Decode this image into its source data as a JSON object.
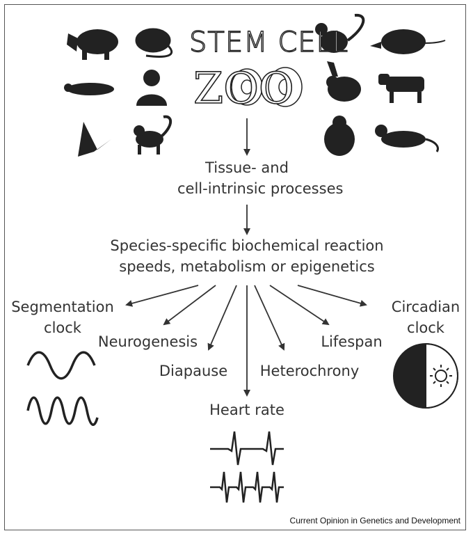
{
  "title": {
    "line1": "STEM CELL",
    "line2": "ZOO"
  },
  "flow": {
    "step1": [
      "Tissue- and",
      "cell-intrinsic processes"
    ],
    "step2": [
      "Species-specific biochemical reaction",
      "speeds, metabolism or epigenetics"
    ]
  },
  "outcomes": {
    "segmentation": [
      "Segmentation",
      "clock"
    ],
    "neurogenesis": "Neurogenesis",
    "diapause": "Diapause",
    "heart_rate": "Heart rate",
    "heterochrony": "Heterochrony",
    "lifespan": "Lifespan",
    "circadian": [
      "Circadian",
      "clock"
    ]
  },
  "animals": [
    "rhino-icon",
    "rat-icon",
    "monkey-icon",
    "opossum-icon",
    "ferret-icon",
    "human-icon",
    "rabbit-icon",
    "cow-icon",
    "bat-icon",
    "macaque-icon",
    "gorilla-icon",
    "puma-icon"
  ],
  "credit": "Current Opinion in Genetics and Development",
  "colors": {
    "ink": "#222222",
    "text": "#333333",
    "frame": "#555555"
  }
}
